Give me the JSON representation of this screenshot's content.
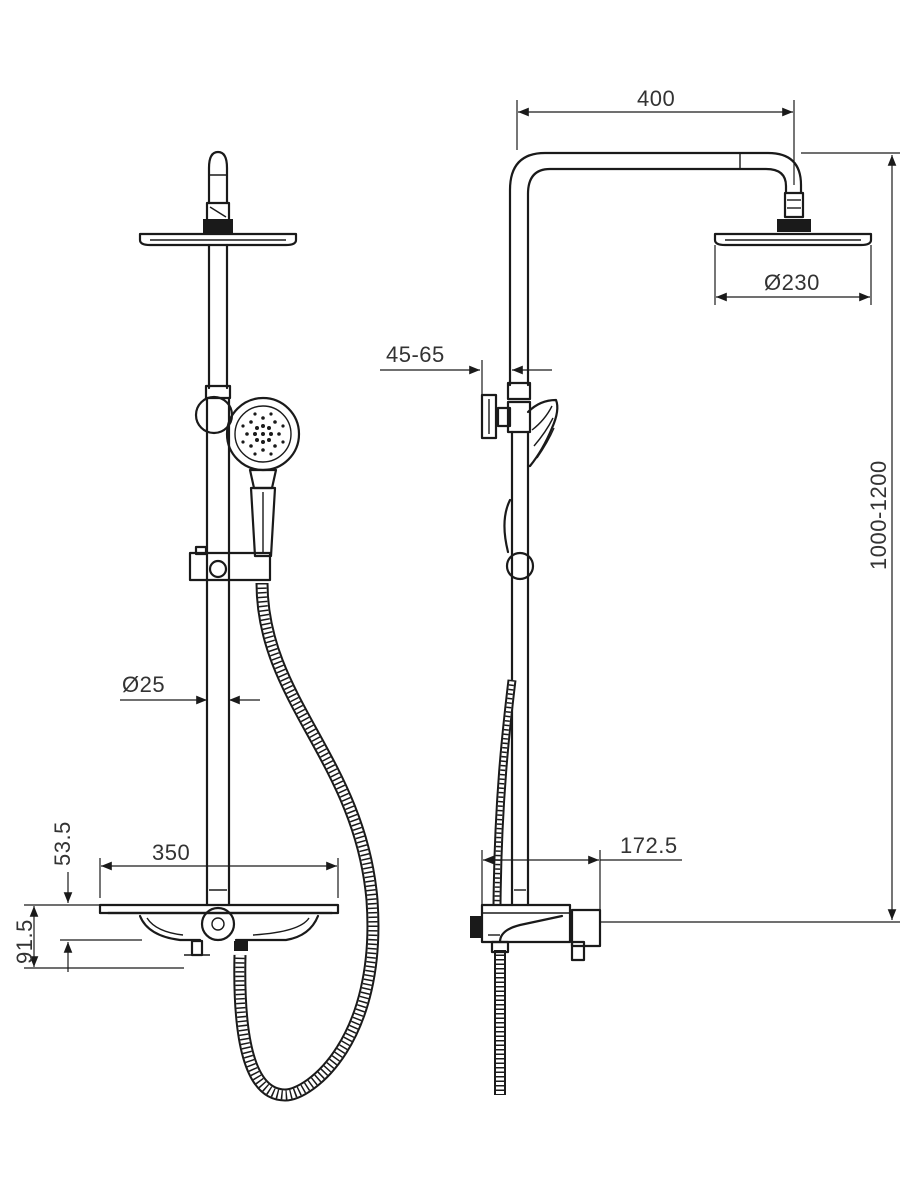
{
  "dimensions": {
    "arm_length": "400",
    "head_diameter": "Ø230",
    "wall_offset": "45-65",
    "height_range": "1000-1200",
    "rail_diameter": "Ø25",
    "shelf_width": "350",
    "shelf_projection": "172.5",
    "shelf_height": "53.5",
    "spout_drop": "91.5"
  },
  "colors": {
    "line": "#1a1a1a",
    "dimension_text": "#333333",
    "background": "#ffffff"
  }
}
